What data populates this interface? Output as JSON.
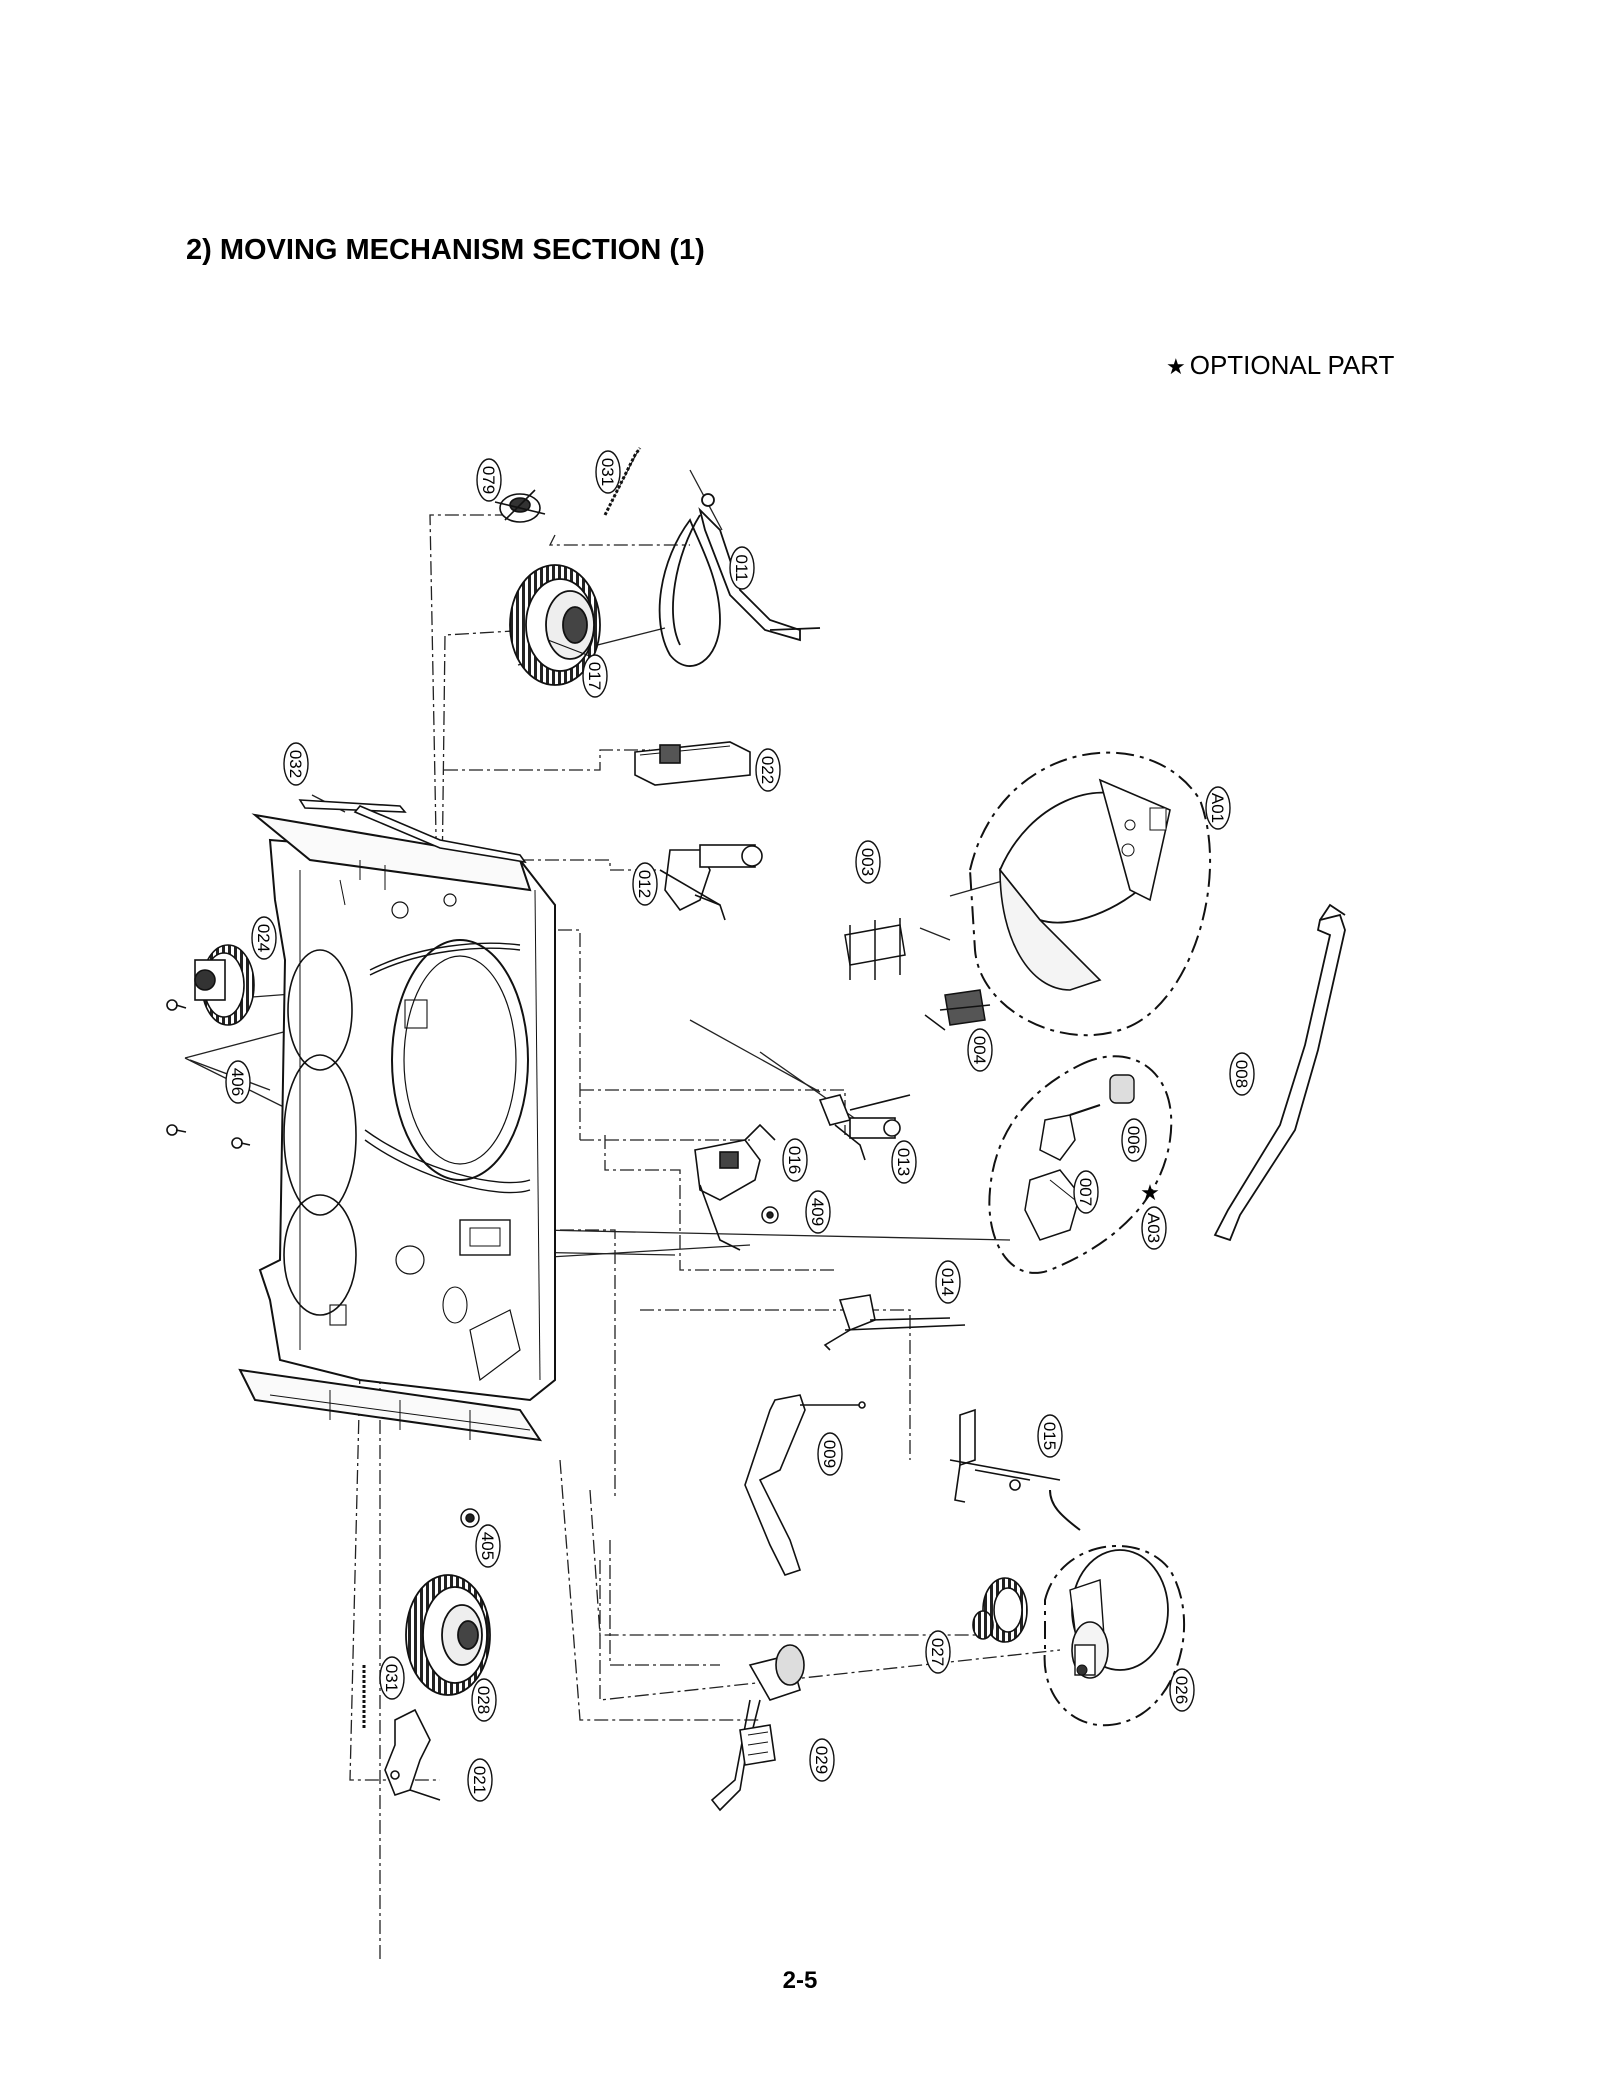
{
  "section_title": "2) MOVING MECHANISM SECTION (1)",
  "legend": {
    "star_icon": "star-icon",
    "text": "OPTIONAL PART"
  },
  "page_number": "2-5",
  "parts": [
    {
      "id": "p079",
      "label": "079"
    },
    {
      "id": "p031a",
      "label": "031"
    },
    {
      "id": "p011",
      "label": "011"
    },
    {
      "id": "p017",
      "label": "017"
    },
    {
      "id": "p032",
      "label": "032"
    },
    {
      "id": "p022",
      "label": "022"
    },
    {
      "id": "pA01",
      "label": "A01"
    },
    {
      "id": "p003",
      "label": "003"
    },
    {
      "id": "p012",
      "label": "012"
    },
    {
      "id": "p024",
      "label": "024"
    },
    {
      "id": "p004",
      "label": "004"
    },
    {
      "id": "p008",
      "label": "008"
    },
    {
      "id": "p406",
      "label": "406"
    },
    {
      "id": "p006",
      "label": "006"
    },
    {
      "id": "p013",
      "label": "013"
    },
    {
      "id": "p016",
      "label": "016"
    },
    {
      "id": "p007",
      "label": "007"
    },
    {
      "id": "pA03",
      "label": "A03",
      "optional": true
    },
    {
      "id": "p409",
      "label": "409"
    },
    {
      "id": "p014",
      "label": "014"
    },
    {
      "id": "p009",
      "label": "009"
    },
    {
      "id": "p015",
      "label": "015"
    },
    {
      "id": "p405",
      "label": "405"
    },
    {
      "id": "p027",
      "label": "027"
    },
    {
      "id": "p026",
      "label": "026"
    },
    {
      "id": "p031b",
      "label": "031"
    },
    {
      "id": "p028",
      "label": "028"
    },
    {
      "id": "p029",
      "label": "029"
    },
    {
      "id": "p021",
      "label": "021"
    }
  ]
}
